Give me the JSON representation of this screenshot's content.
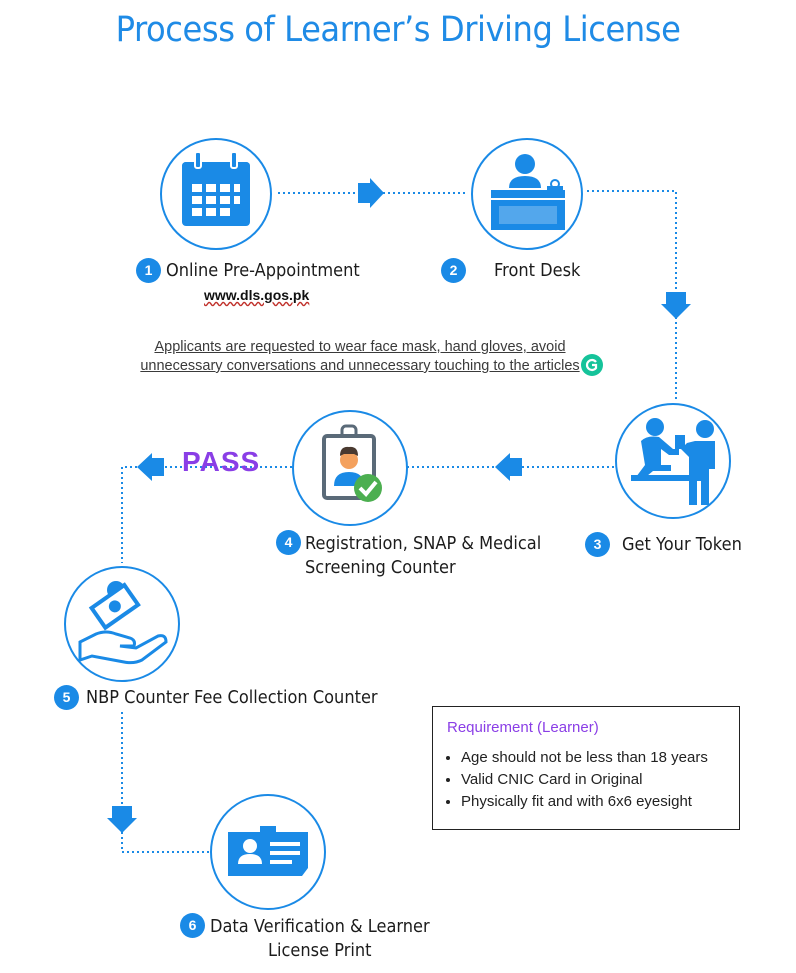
{
  "title": "Process of Learner’s Driving License",
  "steps": [
    {
      "number": "1",
      "label": "Online Pre-Appointment",
      "icon": "calendar-icon"
    },
    {
      "number": "2",
      "label": "Front Desk",
      "icon": "front-desk-icon"
    },
    {
      "number": "3",
      "label": "Get Your Token",
      "icon": "token-people-icon"
    },
    {
      "number": "4",
      "label_line1": "Registration, SNAP & Medical",
      "label_line2": "Screening Counter",
      "icon": "id-badge-check-icon"
    },
    {
      "number": "5",
      "label": "NBP Counter Fee Collection Counter",
      "icon": "money-hand-icon"
    },
    {
      "number": "6",
      "label_line1": "Data Verification & Learner",
      "label_line2": "License Print",
      "icon": "id-card-icon"
    }
  ],
  "url": "www.dls.gos.pk",
  "notice_line1": "Applicants are requested to wear face mask, hand gloves, avoid",
  "notice_line2": "unnecessary conversations and unnecessary touching to the articles",
  "pass_label": "PASS",
  "requirement": {
    "title": "Requirement (Learner)",
    "items": [
      "Age should not be less than 18 years",
      "Valid CNIC Card in Original",
      "Physically fit and with 6x6 eyesight"
    ]
  },
  "colors": {
    "primary": "#1a8ae6",
    "pass": "#8a3ee6",
    "title": "#1f8be6"
  }
}
